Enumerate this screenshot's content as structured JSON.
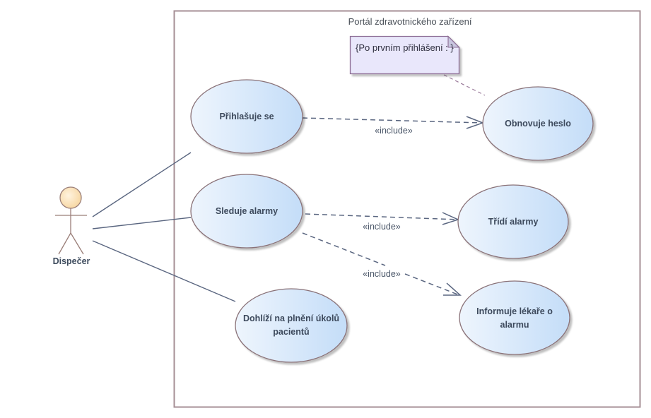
{
  "boundary": {
    "title": "Portál zdravotnického zařízení"
  },
  "note": {
    "text": "{Po prvním přihlášení : }"
  },
  "actor": {
    "name": "Dispečer"
  },
  "use_cases": [
    {
      "id": "prihlasuje",
      "lines": [
        "Přihlašuje se"
      ]
    },
    {
      "id": "sleduje",
      "lines": [
        "Sleduje alarmy"
      ]
    },
    {
      "id": "dohlizi",
      "lines": [
        "Dohlíží na plnění úkolů",
        "pacientů"
      ]
    },
    {
      "id": "obnovuje",
      "lines": [
        "Obnovuje heslo"
      ]
    },
    {
      "id": "tridi",
      "lines": [
        "Třídí alarmy"
      ]
    },
    {
      "id": "informuje",
      "lines": [
        "Informuje lékaře o",
        "alarmu"
      ]
    }
  ],
  "relations": [
    {
      "type": "association",
      "from": "actor",
      "to": "prihlasuje"
    },
    {
      "type": "association",
      "from": "actor",
      "to": "sleduje"
    },
    {
      "type": "association",
      "from": "actor",
      "to": "dohlizi"
    },
    {
      "type": "include",
      "from": "prihlasuje",
      "to": "obnovuje",
      "label": "«include»"
    },
    {
      "type": "include",
      "from": "sleduje",
      "to": "tridi",
      "label": "«include»"
    },
    {
      "type": "include",
      "from": "sleduje",
      "to": "informuje",
      "label": "«include»"
    },
    {
      "type": "note-link",
      "from": "note",
      "to": "obnovuje"
    }
  ],
  "colors": {
    "boundary": "#a08a90",
    "ellipse_stroke": "#8a7278",
    "ellipse_fill_left": "#eaf3fd",
    "ellipse_fill_right": "#c7e0fa",
    "line": "#5a6680",
    "note_fill": "#e9e7fb",
    "note_stroke": "#8c6c94",
    "actor_head": "#fbdcae"
  }
}
